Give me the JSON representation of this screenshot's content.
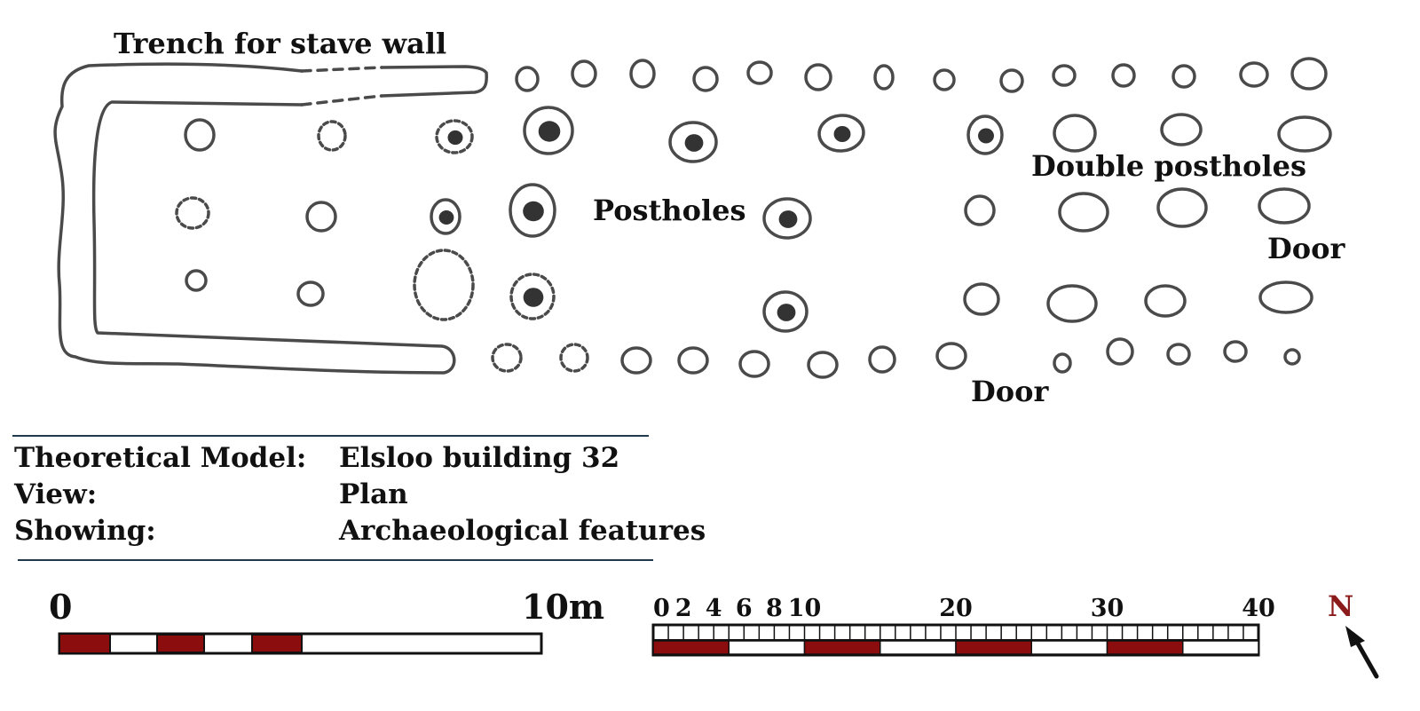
{
  "labels": {
    "trench": "Trench for stave wall",
    "postholes": "Postholes",
    "double_postholes": "Double postholes",
    "door_east": "Door",
    "door_south": "Door"
  },
  "info": {
    "rows": [
      {
        "key": "Theoretical Model:",
        "value": "Elsloo building 32"
      },
      {
        "key": "View:",
        "value": "Plan"
      },
      {
        "key": "Showing:",
        "value": "Archaeological features"
      }
    ]
  },
  "scale_small": {
    "start_label": "0",
    "end_label": "10m"
  },
  "scale_large": {
    "tick_labels": [
      "0",
      "2",
      "4",
      "6",
      "8",
      "10",
      "20",
      "30",
      "40"
    ]
  },
  "north": {
    "label": "N"
  },
  "colors": {
    "ink": "#4a4a4a",
    "fill": "#333333",
    "scale_red": "#8b0d0d",
    "north_red": "#8b1a1a",
    "rule": "#1e3a4c"
  }
}
